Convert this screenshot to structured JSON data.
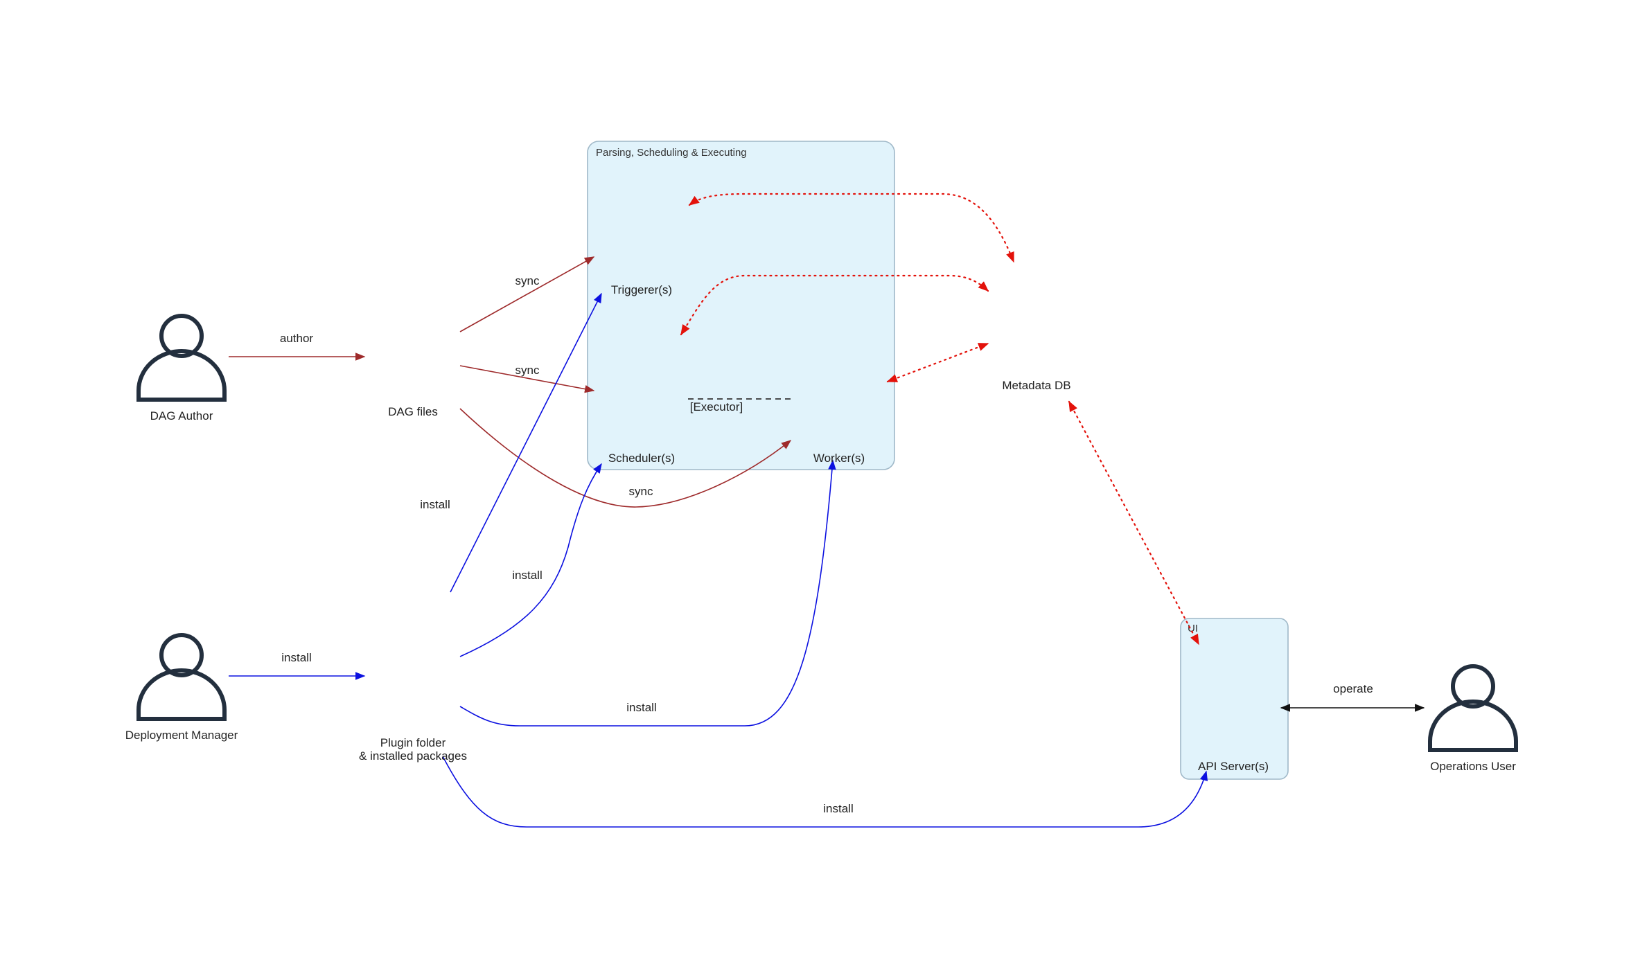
{
  "diagram": {
    "clusters": {
      "parsing": "Parsing, Scheduling & Executing",
      "ui": "UI"
    },
    "nodes": {
      "dag_author": "DAG Author",
      "deployment_manager": "Deployment Manager",
      "operations_user": "Operations User",
      "dag_files": "DAG files",
      "plugin_folder_line1": "Plugin folder",
      "plugin_folder_line2": "& installed packages",
      "triggerer": "Triggerer(s)",
      "scheduler": "Scheduler(s)",
      "executor": "[Executor]",
      "worker": "Worker(s)",
      "metadata_db": "Metadata DB",
      "api_server": "API Server(s)"
    },
    "edges": {
      "author": "author",
      "install_manager": "install",
      "sync_triggerer": "sync",
      "sync_scheduler": "sync",
      "sync_worker": "sync",
      "install_triggerer": "install",
      "install_scheduler": "install",
      "install_worker": "install",
      "install_api": "install",
      "operate": "operate"
    },
    "icons": {
      "dag_author": "person-icon",
      "deployment_manager": "person-icon",
      "operations_user": "person-icon"
    },
    "colors": {
      "author_sync": "#9e2a2b",
      "install": "#0b10e0",
      "db_access": "#e3120b",
      "operate": "#111111",
      "cluster_fill": "#e1f3fb",
      "person": "#232f3e"
    }
  }
}
